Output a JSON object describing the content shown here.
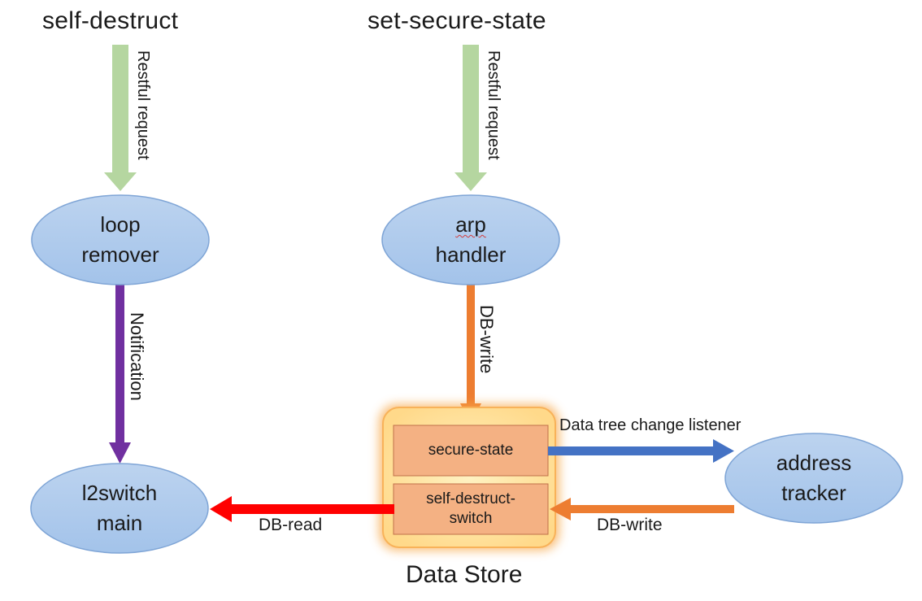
{
  "sources": {
    "left_title": "self-destruct",
    "right_title": "set-secure-state"
  },
  "nodes": {
    "loop_remover": {
      "line1": "loop",
      "line2": "remover"
    },
    "arp_handler": {
      "line1": "arp",
      "line2": "handler"
    },
    "l2switch_main": {
      "line1": "l2switch",
      "line2": "main"
    },
    "address_tracker": {
      "line1": "address",
      "line2": "tracker"
    }
  },
  "data_store": {
    "label": "Data Store",
    "entries": {
      "secure_state": "secure-state",
      "self_destruct_line1": "self-destruct-",
      "self_destruct_line2": "switch"
    }
  },
  "edges": {
    "left_restful": "Restful request",
    "right_restful": "Restful request",
    "notification": "Notification",
    "db_write_vertical": "DB-write",
    "listener": "Data tree change listener",
    "db_read": "DB-read",
    "db_write_horizontal": "DB-write"
  },
  "colors": {
    "node_fill_top": "#bcd3ef",
    "node_fill_bottom": "#a3c3ea",
    "node_stroke": "#7fa5d6",
    "restful_arrow": "#b5d6a0",
    "notification_arrow": "#7030a0",
    "db_write_arrow": "#ed7d31",
    "listener_arrow": "#4472c4",
    "db_read_arrow": "#ff0000",
    "store_fill": "#ffe699",
    "store_glow": "#f7a94b",
    "entry_fill": "#f4b183"
  }
}
